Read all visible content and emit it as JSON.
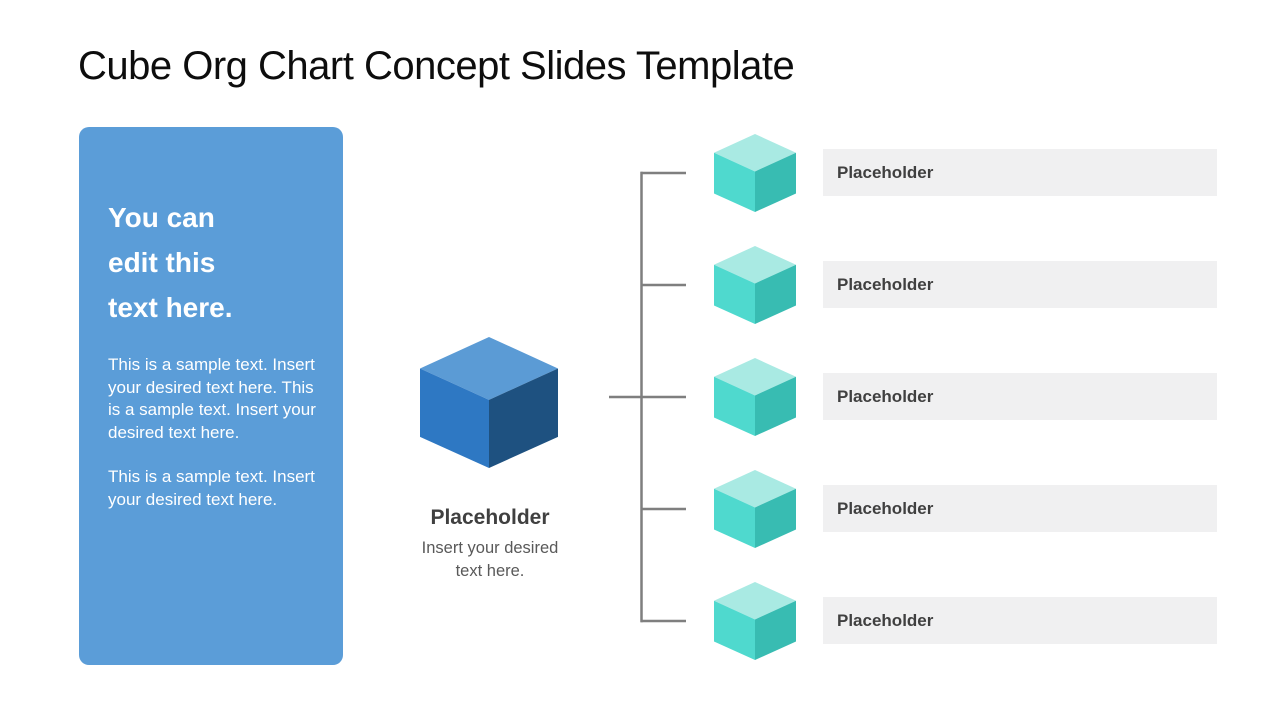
{
  "slide": {
    "title": "Cube Org Chart Concept Slides Template"
  },
  "text_panel": {
    "heading": "You can edit this text here.",
    "paragraphs": [
      "This is a sample text. Insert your desired text here. This is a sample text. Insert your desired text here.",
      "This is a sample text. Insert your desired text here."
    ]
  },
  "center_node": {
    "label": "Placeholder",
    "sublabel": "Insert your desired text here."
  },
  "branch_nodes": [
    {
      "label": "Placeholder"
    },
    {
      "label": "Placeholder"
    },
    {
      "label": "Placeholder"
    },
    {
      "label": "Placeholder"
    },
    {
      "label": "Placeholder"
    }
  ],
  "colors": {
    "panel_blue": "#5B9DD8",
    "blue_cube_top": "#5B9BD5",
    "blue_cube_left": "#2E78C3",
    "blue_cube_right": "#1E5180",
    "teal_cube_top": "#A9EAE3",
    "teal_cube_left": "#4FD9CE",
    "teal_cube_right": "#38BCB2",
    "bar_background": "#F0F0F1",
    "label_dark": "#404040",
    "sublabel_gray": "#595959",
    "connector_gray": "#7F7F7F"
  }
}
